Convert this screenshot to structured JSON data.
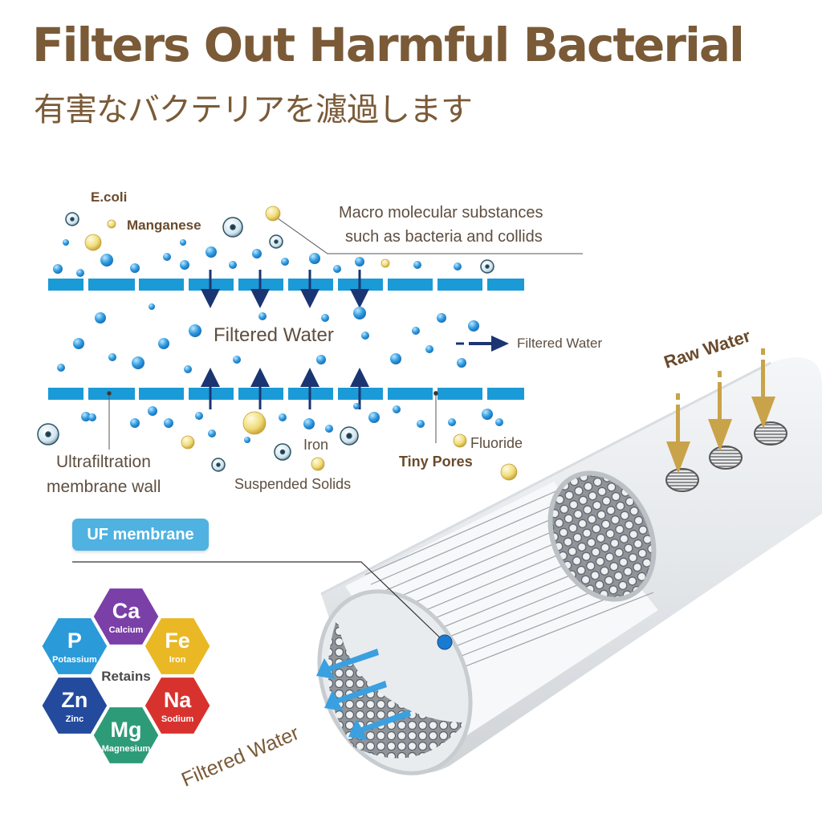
{
  "header": {
    "title": "Filters Out Harmful Bacterial",
    "subtitle": "有害なバクテリアを濾過します"
  },
  "diagram": {
    "labels": {
      "ecoli": "E.coli",
      "manganese": "Manganese",
      "macro_line1": "Macro molecular substances",
      "macro_line2": "such as bacteria and collids",
      "filtered_water_center": "Filtered Water",
      "filtered_water_arrow": "Filtered Water",
      "iron": "Iron",
      "fluoride": "Fluoride",
      "tiny_pores": "Tiny Pores",
      "uf_wall_line1": "Ultrafiltration",
      "uf_wall_line2": "membrane wall",
      "suspended_solids": "Suspended Solids",
      "raw_water": "Raw Water",
      "filtered_water_tube": "Filtered Water"
    },
    "badge": "UF membrane"
  },
  "minerals": {
    "center_label": "Retains",
    "items": [
      {
        "symbol": "Ca",
        "name": "Calcium",
        "color": "#7b3fa8"
      },
      {
        "symbol": "Fe",
        "name": "Iron",
        "color": "#e9b824"
      },
      {
        "symbol": "Na",
        "name": "Sodium",
        "color": "#d8322e"
      },
      {
        "symbol": "Mg",
        "name": "Magnesium",
        "color": "#2e9b78"
      },
      {
        "symbol": "Zn",
        "name": "Zinc",
        "color": "#234a9c"
      },
      {
        "symbol": "P",
        "name": "Potassium",
        "color": "#2a9ad8"
      }
    ]
  },
  "colors": {
    "title_brown": "#7a5a37",
    "membrane_blue": "#1a9ad6",
    "arrow_navy": "#1b3572",
    "raw_water_gold": "#c9a34a",
    "filtered_arrow_blue": "#3aa0e0"
  }
}
